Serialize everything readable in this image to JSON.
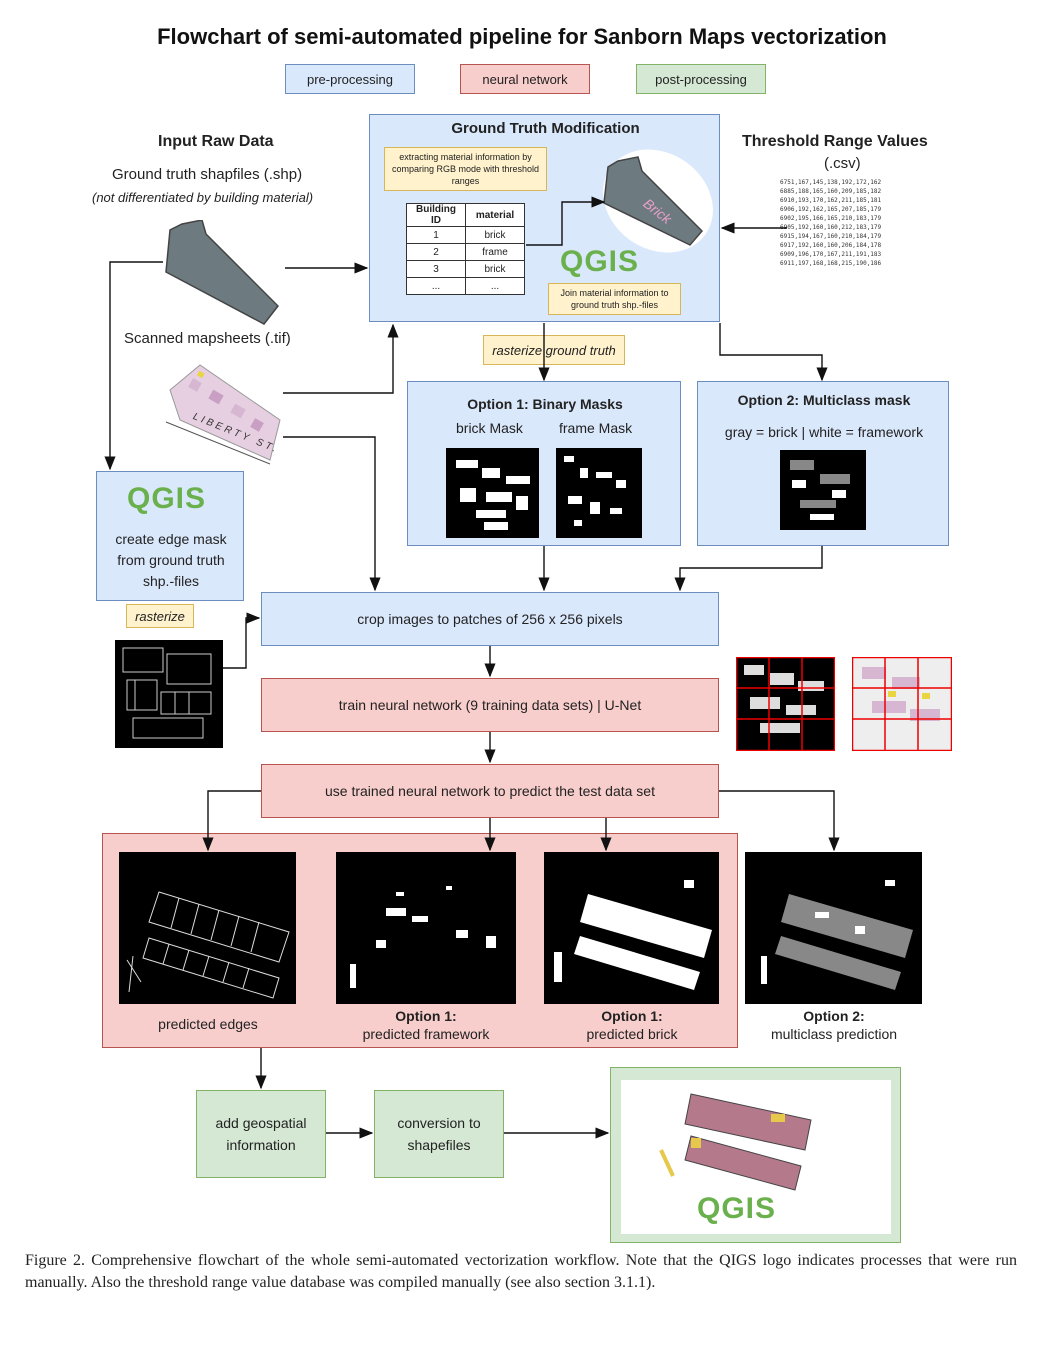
{
  "title": "Flowchart of semi-automated pipeline for Sanborn Maps vectorization",
  "legend": [
    {
      "label": "pre-processing",
      "color": "#dae8fc"
    },
    {
      "label": "neural network",
      "color": "#f8cecc"
    },
    {
      "label": "post-processing",
      "color": "#d5e8d4"
    }
  ],
  "input": {
    "heading": "Input Raw Data",
    "shapefiles": "Ground truth shapfiles (.shp)",
    "shapefiles_note": "(not differentiated by building material)",
    "scanned": "Scanned mapsheets (.tif)",
    "street_label": "LIBERTY ST."
  },
  "gtm": {
    "title": "Ground Truth Modification",
    "extract_note": "extracting material information by comparing RGB mode with threshold ranges",
    "table": {
      "headers": [
        "Building ID",
        "material"
      ],
      "rows": [
        [
          "1",
          "brick"
        ],
        [
          "2",
          "frame"
        ],
        [
          "3",
          "brick"
        ],
        [
          "...",
          "..."
        ]
      ]
    },
    "brick_label": "Brick",
    "qgis_logo": "QGIS",
    "join_note": "Join material information to ground truth shp.-files"
  },
  "threshold": {
    "title": "Threshold Range Values",
    "subtitle": "(.csv)",
    "rows": [
      "6751,167,145,138,192,172,162",
      "6885,188,165,160,209,185,182",
      "6910,193,170,162,211,185,181",
      "6906,192,162,165,207,185,179",
      "6902,195,166,165,210,183,179",
      "6905,192,160,160,212,183,179",
      "6915,194,167,160,210,184,179",
      "6917,192,160,160,206,184,178",
      "6909,196,170,167,211,191,183",
      "6911,197,168,168,215,190,186"
    ]
  },
  "rasterize_gt": "rasterize ground truth",
  "option1": {
    "title": "Option 1: Binary Masks",
    "brick": "brick Mask",
    "frame": "frame Mask"
  },
  "option2": {
    "title": "Option 2: Multiclass mask",
    "legend": "gray = brick | white = framework"
  },
  "edge": {
    "qgis_logo": "QGIS",
    "text": "create edge mask from ground truth shp.-files",
    "rasterize": "rasterize"
  },
  "crop": "crop images to patches of 256 x 256 pixels",
  "train": "train neural network (9 training data sets) | U-Net",
  "predict": "use trained neural network to predict the test data set",
  "predictions": {
    "edges": "predicted edges",
    "fw_title": "Option 1:",
    "fw_text": "predicted framework",
    "brick_title": "Option 1:",
    "brick_text": "predicted brick",
    "multi_title": "Option 2:",
    "multi_text": "multiclass prediction"
  },
  "post": {
    "geo": "add geospatial information",
    "convert": "conversion to shapefiles",
    "qgis_logo": "QGIS"
  },
  "caption": "Figure 2.   Comprehensive flowchart of the whole semi-automated vectorization workflow.  Note that the QIGS logo indicates processes that were run manually.  Also the threshold range value database was compiled manually (see also section 3.1.1)."
}
